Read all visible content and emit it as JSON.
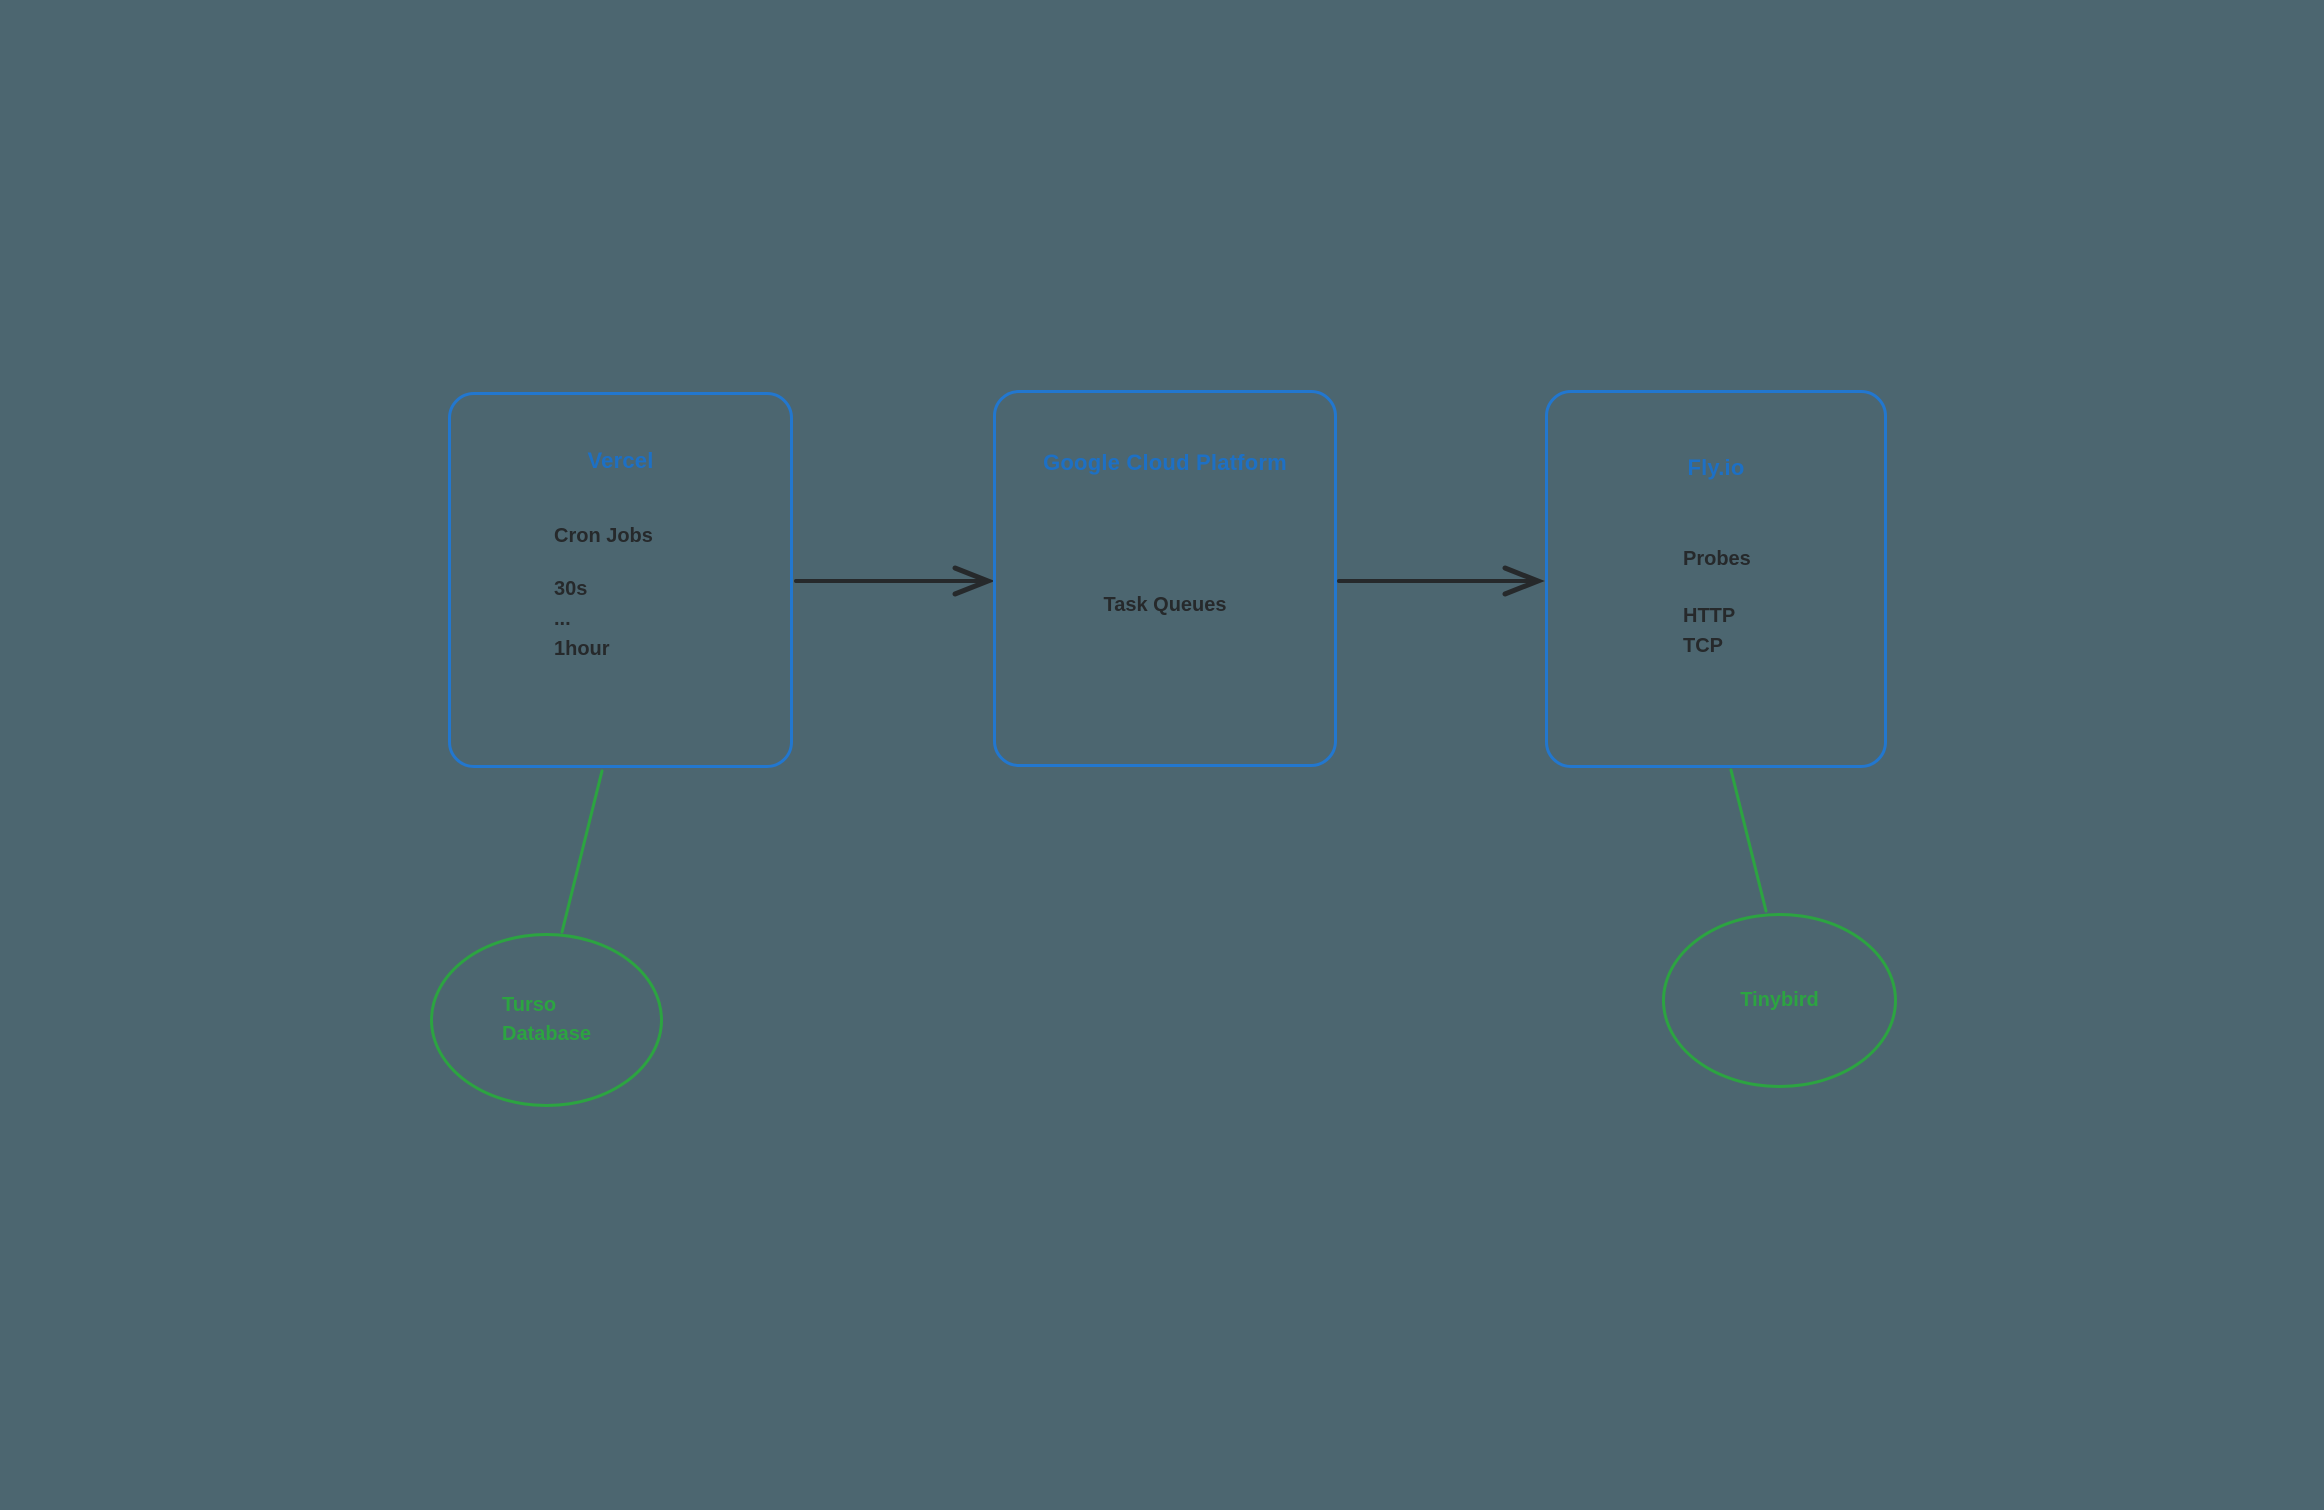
{
  "diagram": {
    "background_color": "#4c6670",
    "colors": {
      "box_border": "#2277cf",
      "box_title_text": "#1d70c5",
      "body_text": "#26292b",
      "arrow": "#26292b",
      "green": "#2ca441"
    },
    "nodes": {
      "vercel": {
        "title": "Vercel",
        "body": [
          "Cron Jobs",
          "30s",
          "...",
          "1hour"
        ]
      },
      "gcp": {
        "title": "Google Cloud Platform",
        "body": [
          "Task Queues"
        ]
      },
      "flyio": {
        "title": "Fly.io",
        "body": [
          "Probes",
          "HTTP",
          "TCP"
        ]
      },
      "turso": {
        "label_line1": "Turso",
        "label_line2": "Database"
      },
      "tinybird": {
        "label": "Tinybird"
      }
    },
    "connections": [
      {
        "from": "vercel",
        "to": "gcp",
        "style": "black-arrow"
      },
      {
        "from": "gcp",
        "to": "flyio",
        "style": "black-arrow"
      },
      {
        "from": "vercel",
        "to": "turso",
        "style": "green-line"
      },
      {
        "from": "flyio",
        "to": "tinybird",
        "style": "green-line"
      }
    ]
  }
}
